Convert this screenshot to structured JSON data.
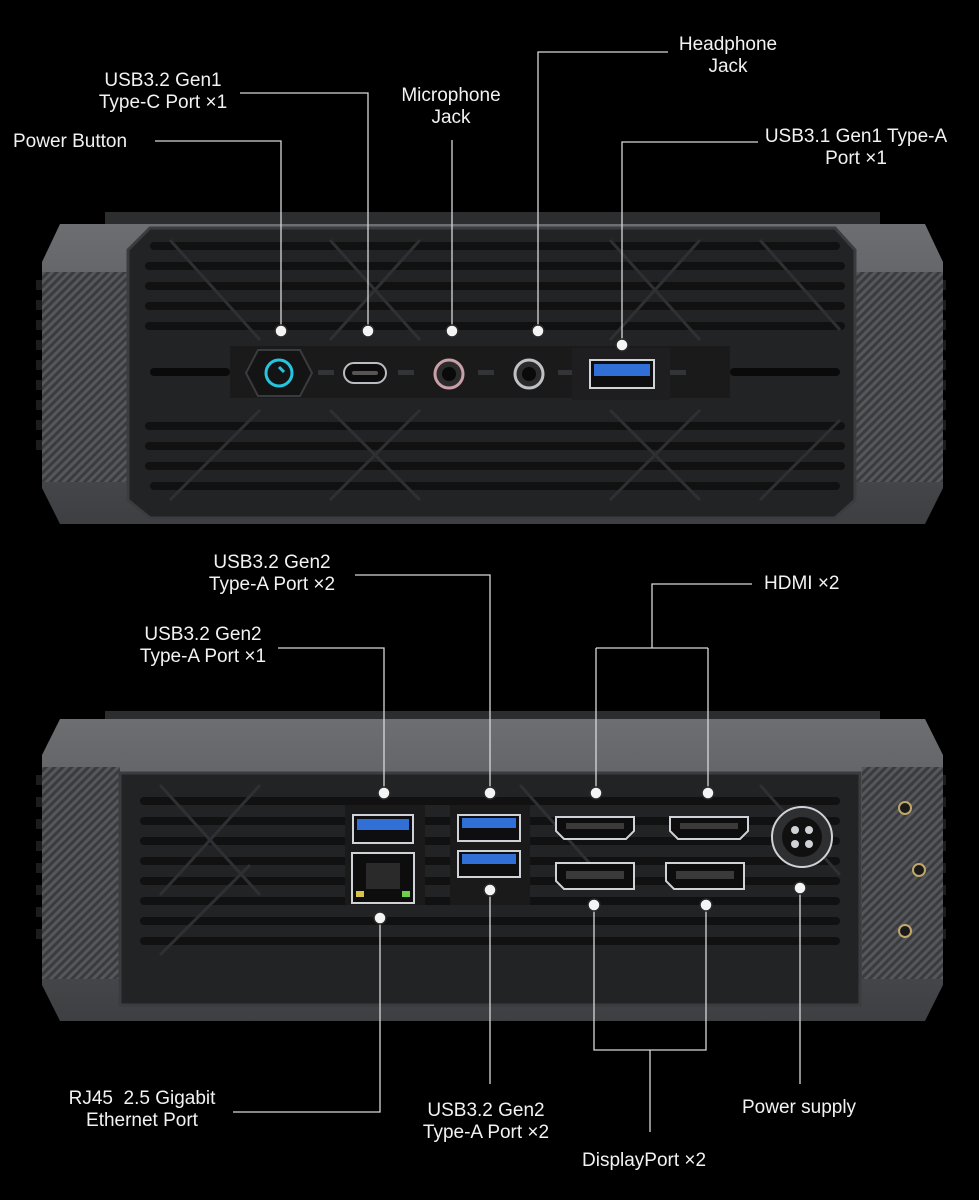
{
  "front": {
    "power_button": "Power Button",
    "usbc_line1": "USB3.2 Gen1",
    "usbc_line2": "Type-C Port ×1",
    "mic_line1": "Microphone",
    "mic_line2": "Jack",
    "headphone_line1": "Headphone",
    "headphone_line2": "Jack",
    "usba_line1": "USB3.1 Gen1 Type-A",
    "usba_line2": "Port ×1"
  },
  "rear": {
    "usb_gen2x2_top_line1": "USB3.2 Gen2",
    "usb_gen2x2_top_line2": "Type-A Port ×2",
    "usb_gen2x1_line1": "USB3.2 Gen2",
    "usb_gen2x1_line2": "Type-A Port ×1",
    "hdmi": "HDMI ×2",
    "rj45_line1": "RJ45  2.5 Gigabit",
    "rj45_line2": "Ethernet Port",
    "usb_gen2x2_bottom_line1": "USB3.2 Gen2",
    "usb_gen2x2_bottom_line2": "Type-A Port ×2",
    "power_supply": "Power supply",
    "displayport": "DisplayPort ×2"
  },
  "colors": {
    "background": "#000000",
    "chassis": "#2a2b2d",
    "usb_blue": "#2f6fd6",
    "power_ring": "#27c4e0"
  }
}
